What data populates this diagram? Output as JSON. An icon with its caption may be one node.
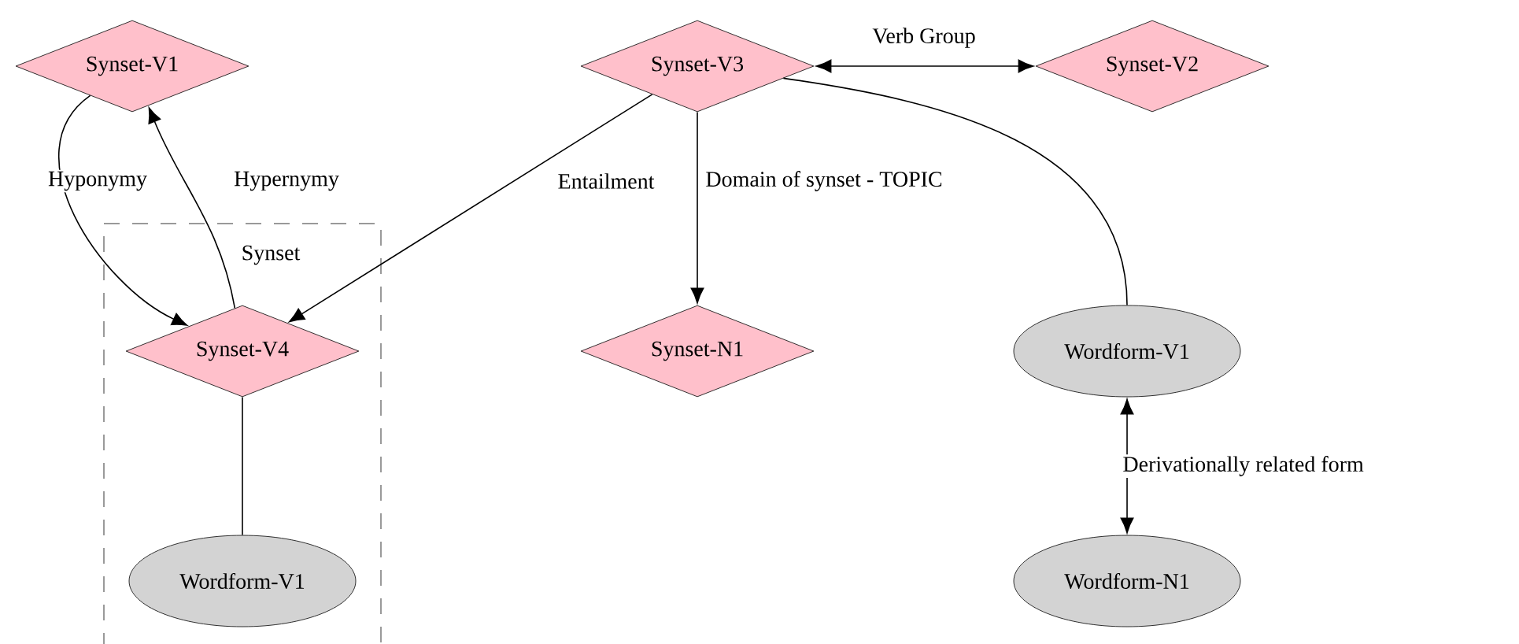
{
  "diagram": {
    "nodes": [
      {
        "text": [
          "Synset-V1"
        ]
      },
      {
        "text": [
          "Synset-V3"
        ]
      },
      {
        "text": [
          "Synset-V2"
        ]
      },
      {
        "text": [
          "Synset"
        ]
      },
      {
        "text": [
          "Synset-V4"
        ],
        "in": 3
      },
      {
        "text": [
          "Wordform-V1"
        ],
        "in": 3
      },
      {
        "text": [
          "Synset-N1"
        ]
      },
      {
        "text": [
          "Wordform-V1"
        ]
      },
      {
        "text": [
          "Wordform-N1"
        ]
      }
    ],
    "edges": [
      {
        "from": 0,
        "to": 4,
        "arrow": "to",
        "label": "Hyponymy"
      },
      {
        "from": 4,
        "to": 0,
        "arrow": "to",
        "label": "Hypernymy"
      },
      {
        "from": 1,
        "to": 4,
        "arrow": "to",
        "label": "Entailment"
      },
      {
        "from": 1,
        "to": 6,
        "arrow": "to",
        "label": "Domain of synset - TOPIC"
      },
      {
        "from": 1,
        "to": 2,
        "arrow": "both",
        "label": "Verb Group"
      },
      {
        "from": 1,
        "to": 7,
        "arrow": "none"
      },
      {
        "from": 4,
        "to": 5,
        "arrow": "none"
      },
      {
        "from": 7,
        "to": 8,
        "arrow": "both",
        "label": "Derivationally related form"
      }
    ]
  }
}
